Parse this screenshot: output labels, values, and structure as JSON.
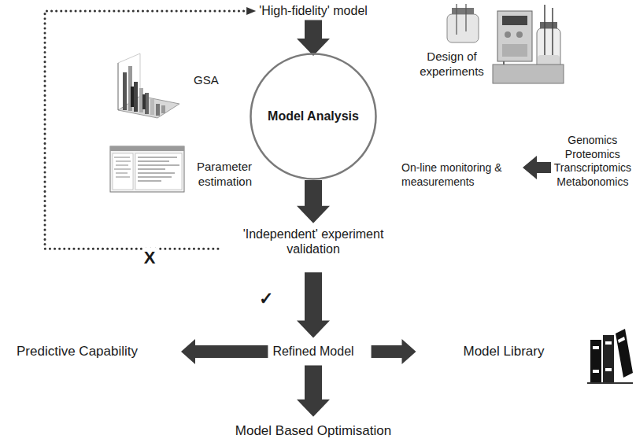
{
  "diagram": {
    "nodes": [
      {
        "text": [
          "'High-fidelity' model"
        ]
      },
      {
        "text": [
          "Model Analysis"
        ]
      },
      {
        "text": [
          "'Independent' experiment validation"
        ]
      },
      {
        "text": [
          "Refined Model"
        ]
      },
      {
        "text": [
          "Predictive Capability"
        ]
      },
      {
        "text": [
          "Model Library"
        ]
      },
      {
        "text": [
          "Model Based Optimisation"
        ]
      }
    ],
    "edges": [
      {
        "from": 0,
        "to": 1,
        "arrow": "to"
      },
      {
        "from": 1,
        "to": 2,
        "arrow": "to"
      },
      {
        "from": 2,
        "to": 3,
        "arrow": "to",
        "label": "✓"
      },
      {
        "from": 3,
        "to": 4,
        "arrow": "to"
      },
      {
        "from": 3,
        "to": 5,
        "arrow": "to"
      },
      {
        "from": 3,
        "to": 6,
        "arrow": "to"
      },
      {
        "from": 2,
        "to": 0,
        "arrow": "to",
        "label": "X"
      }
    ],
    "labels": [
      "GSA",
      "Design of experiments",
      "Parameter estimation",
      "On-line monitoring & measurements",
      "Genomics Proteomics Transcriptomics Metabonomics"
    ]
  }
}
